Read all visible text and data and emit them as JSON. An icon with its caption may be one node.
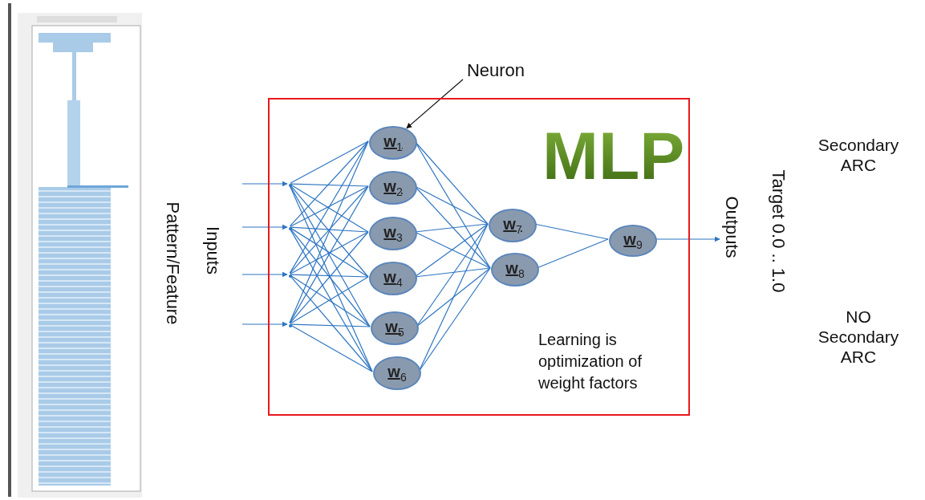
{
  "diagram": {
    "nodes": [
      {
        "text": [
          "MLP",
          "Learning is optimization of weight factors"
        ]
      },
      {
        "text": [
          "w$_{1}$"
        ],
        "in": 0
      },
      {
        "text": [
          "w$_{2}$"
        ],
        "in": 0
      },
      {
        "text": [
          "w$_{3}$"
        ],
        "in": 0
      },
      {
        "text": [
          "w$_{4}$"
        ],
        "in": 0
      },
      {
        "text": [
          "w$_{5}$"
        ],
        "in": 0
      },
      {
        "text": [
          "w$_{6}$"
        ],
        "in": 0
      },
      {
        "text": [
          "w$_{7}$"
        ],
        "in": 0
      },
      {
        "text": [
          "w$_{8}$"
        ],
        "in": 0
      },
      {
        "text": [
          "w$_{9}$"
        ],
        "in": 0
      },
      {
        "text": [
          "Neuron"
        ]
      },
      {
        "text": [
          "Outputs"
        ]
      },
      {
        "text": [],
        "shape": "circle",
        "in": 0
      },
      {
        "text": [],
        "shape": "circle",
        "in": 0
      },
      {
        "text": [],
        "shape": "circle",
        "in": 0
      },
      {
        "text": [],
        "shape": "circle",
        "in": 0
      }
    ],
    "edges": [
      {
        "from": null,
        "to": 12,
        "arrow": "to"
      },
      {
        "from": null,
        "to": 13,
        "arrow": "to"
      },
      {
        "from": null,
        "to": 14,
        "arrow": "to"
      },
      {
        "from": null,
        "to": 15,
        "arrow": "to"
      },
      {
        "from": 12,
        "to": 1,
        "arrow": "none"
      },
      {
        "from": 12,
        "to": 2,
        "arrow": "none"
      },
      {
        "from": 12,
        "to": 3,
        "arrow": "none"
      },
      {
        "from": 12,
        "to": 4,
        "arrow": "none"
      },
      {
        "from": 12,
        "to": 5,
        "arrow": "none"
      },
      {
        "from": 12,
        "to": 6,
        "arrow": "none"
      },
      {
        "from": 13,
        "to": 1,
        "arrow": "none"
      },
      {
        "from": 13,
        "to": 2,
        "arrow": "none"
      },
      {
        "from": 13,
        "to": 3,
        "arrow": "none"
      },
      {
        "from": 13,
        "to": 4,
        "arrow": "none"
      },
      {
        "from": 13,
        "to": 5,
        "arrow": "none"
      },
      {
        "from": 13,
        "to": 6,
        "arrow": "none"
      },
      {
        "from": 14,
        "to": 1,
        "arrow": "none"
      },
      {
        "from": 14,
        "to": 2,
        "arrow": "none"
      },
      {
        "from": 14,
        "to": 3,
        "arrow": "none"
      },
      {
        "from": 14,
        "to": 4,
        "arrow": "none"
      },
      {
        "from": 14,
        "to": 5,
        "arrow": "none"
      },
      {
        "from": 14,
        "to": 6,
        "arrow": "none"
      },
      {
        "from": 15,
        "to": 1,
        "arrow": "none"
      },
      {
        "from": 15,
        "to": 2,
        "arrow": "none"
      },
      {
        "from": 15,
        "to": 3,
        "arrow": "none"
      },
      {
        "from": 15,
        "to": 4,
        "arrow": "none"
      },
      {
        "from": 15,
        "to": 5,
        "arrow": "none"
      },
      {
        "from": 15,
        "to": 6,
        "arrow": "none"
      },
      {
        "from": 1,
        "to": 7,
        "arrow": "none"
      },
      {
        "from": 2,
        "to": 7,
        "arrow": "none"
      },
      {
        "from": 3,
        "to": 7,
        "arrow": "none"
      },
      {
        "from": 4,
        "to": 7,
        "arrow": "none"
      },
      {
        "from": 5,
        "to": 7,
        "arrow": "none"
      },
      {
        "from": 6,
        "to": 7,
        "arrow": "none"
      },
      {
        "from": 1,
        "to": 8,
        "arrow": "none"
      },
      {
        "from": 2,
        "to": 8,
        "arrow": "none"
      },
      {
        "from": 3,
        "to": 8,
        "arrow": "none"
      },
      {
        "from": 4,
        "to": 8,
        "arrow": "none"
      },
      {
        "from": 5,
        "to": 8,
        "arrow": "none"
      },
      {
        "from": 6,
        "to": 8,
        "arrow": "none"
      },
      {
        "from": 7,
        "to": 9,
        "arrow": "none"
      },
      {
        "from": 8,
        "to": 9,
        "arrow": "none"
      },
      {
        "from": 9,
        "to": 11,
        "arrow": "to"
      },
      {
        "from": 10,
        "to": 1,
        "arrow": "to",
        "color": "#111111"
      }
    ],
    "labels": [
      "Inputs",
      "Pattern/Feature",
      "Target 0.0 .. 1.0",
      "Secondary ARC",
      "NO Secondary ARC"
    ]
  }
}
